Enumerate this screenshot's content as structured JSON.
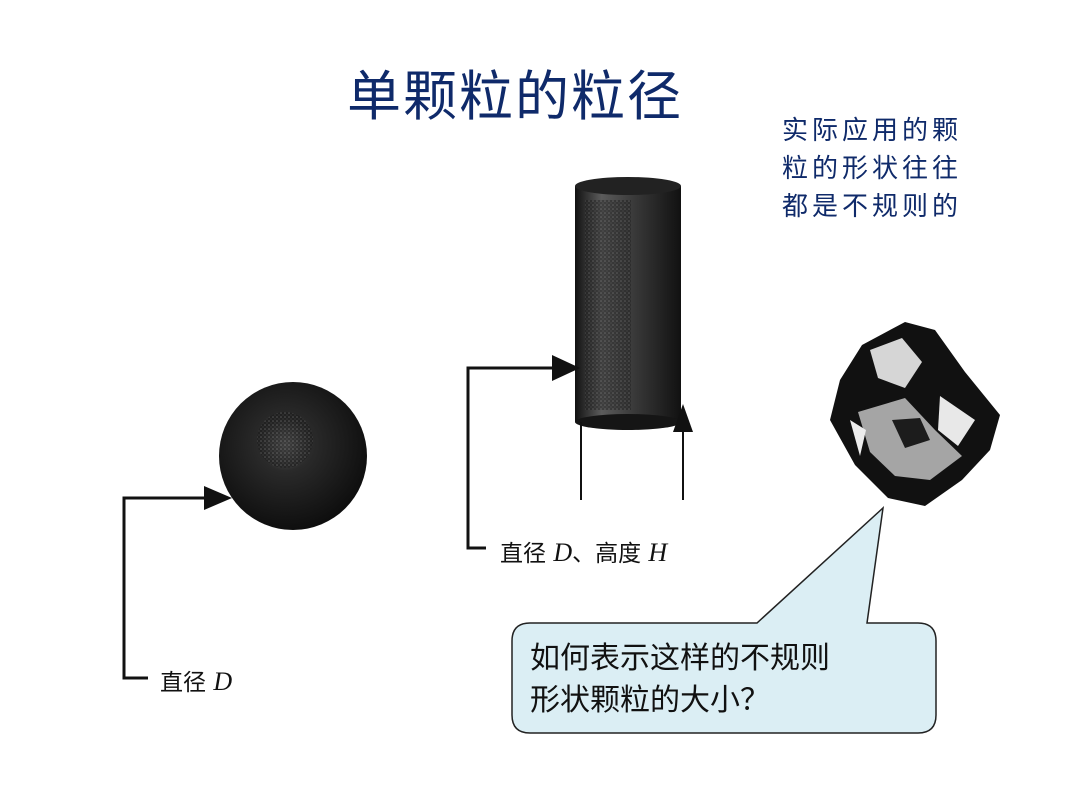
{
  "title": "单颗粒的粒径",
  "note": {
    "lines": [
      "实际应用的颗",
      "粒的形状往往",
      "都是不规则的"
    ]
  },
  "labels": {
    "sphere_prefix": "直径",
    "sphere_symbol": "D",
    "cylinder_prefix": "直径",
    "cylinder_symbol_d": "D",
    "cylinder_sep": "、高度",
    "cylinder_symbol_h": "H"
  },
  "callout": {
    "lines": [
      "如何表示这样的不规则",
      "形状颗粒的大小？"
    ]
  },
  "colors": {
    "title": "#0f2a6a",
    "callout_fill": "#dbeef4",
    "particle": "#111111"
  }
}
